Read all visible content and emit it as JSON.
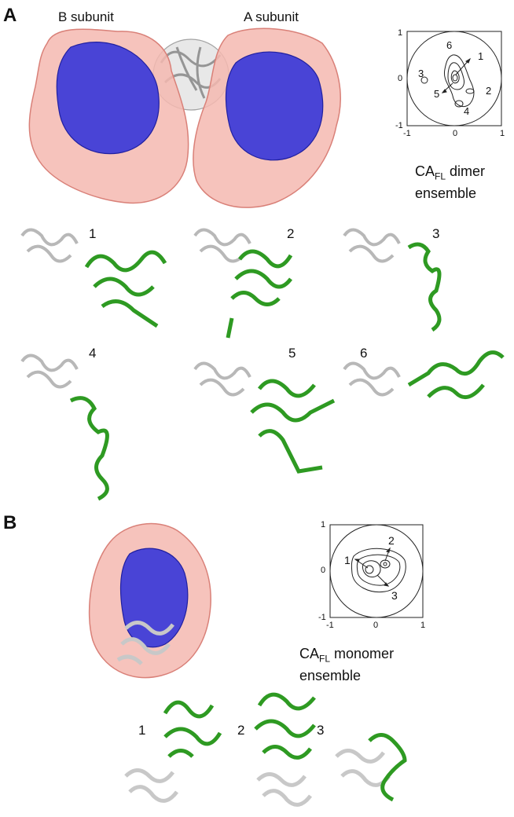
{
  "panel_a": {
    "letter": "A",
    "left_label": "B subunit",
    "right_label": "A subunit",
    "plot": {
      "ticks_x": [
        "-1",
        "0",
        "1"
      ],
      "ticks_y": [
        "1",
        "0",
        "-1"
      ],
      "peak_labels": [
        "6",
        "1",
        "3",
        "5",
        "2",
        "4"
      ]
    },
    "caption_main": "CA",
    "caption_sub": "FL",
    "caption_rest": " dimer",
    "caption_line2": "ensemble",
    "structure_numbers": [
      "1",
      "2",
      "3",
      "4",
      "5",
      "6"
    ]
  },
  "panel_b": {
    "letter": "B",
    "plot": {
      "ticks_x": [
        "-1",
        "0",
        "1"
      ],
      "ticks_y": [
        "1",
        "0",
        "-1"
      ],
      "peak_labels": [
        "2",
        "1",
        "3"
      ]
    },
    "caption_main": "CA",
    "caption_sub": "FL",
    "caption_rest": " monomer",
    "caption_line2": "ensemble",
    "structure_numbers": [
      "1",
      "2",
      "3"
    ]
  },
  "colors": {
    "envelope": "#f4b8b0",
    "envelope_edge": "#d98078",
    "core": "#3a3ad8",
    "domain_green": "#2e9a22",
    "domain_grey": "#c8c8c8"
  }
}
